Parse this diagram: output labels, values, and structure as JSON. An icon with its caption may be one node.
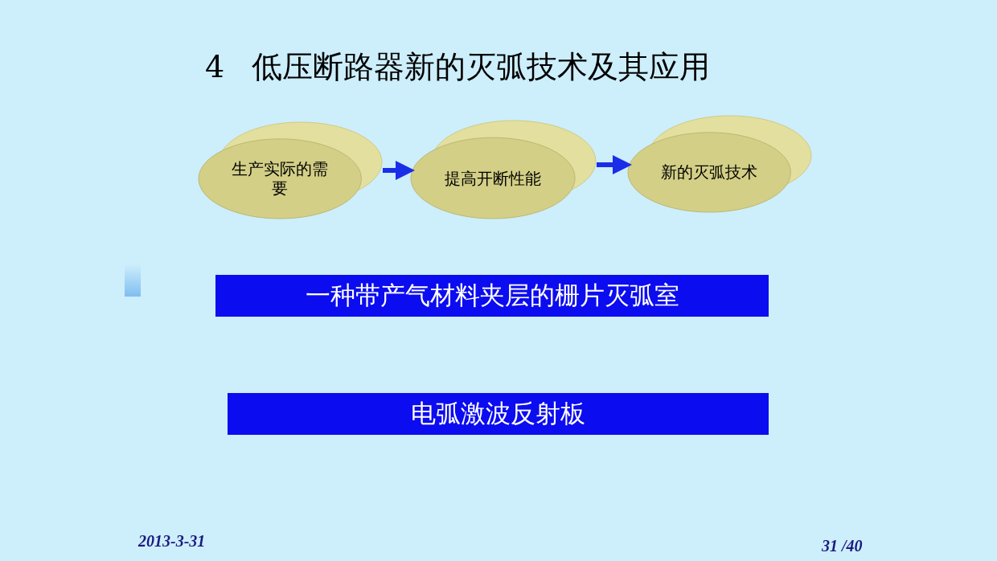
{
  "diagram": {
    "title": "4 低压断路器新的灭弧技术及其应用",
    "nodes": [
      {
        "text": [
          "生产实际的需要"
        ]
      },
      {
        "text": [
          "提高开断性能"
        ]
      },
      {
        "text": [
          "新的灭弧技术"
        ]
      },
      {
        "text": [
          "一种带产气材料夹层的栅片灭弧室"
        ]
      },
      {
        "text": [
          "电弧激波反射板"
        ]
      }
    ],
    "edges": [
      {
        "from": 0,
        "to": 1,
        "arrow": "to"
      },
      {
        "from": 1,
        "to": 2,
        "arrow": "to"
      }
    ],
    "labels": [
      "2013-3-31",
      "31 /40"
    ]
  }
}
